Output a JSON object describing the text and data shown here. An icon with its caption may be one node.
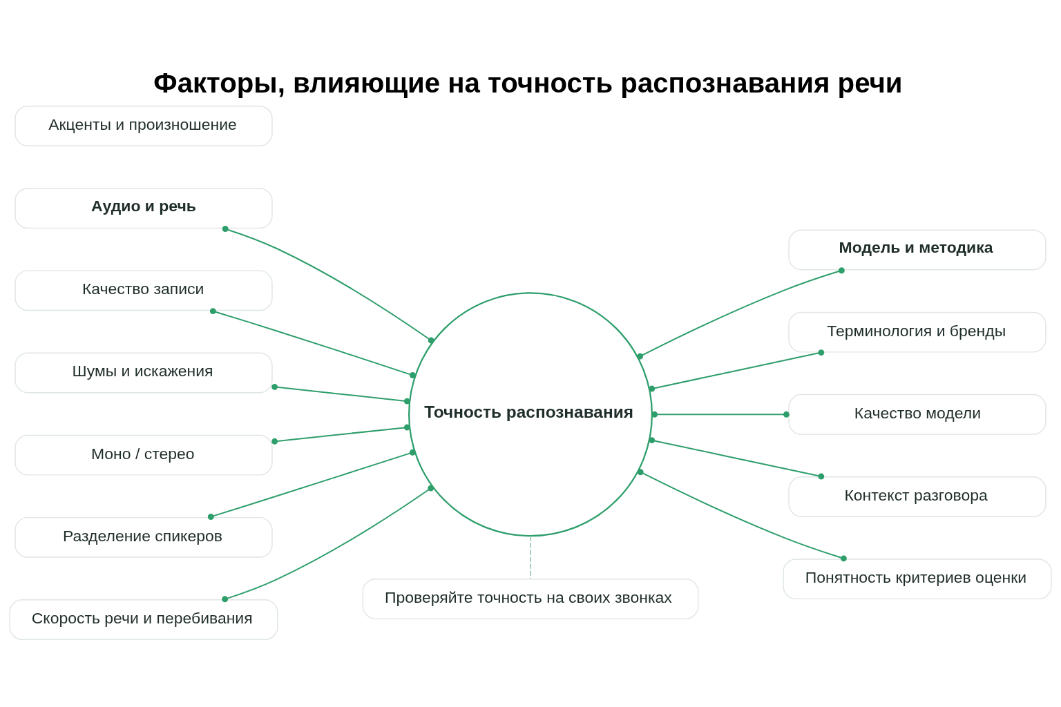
{
  "diagram": {
    "title": "Факторы, влияющие на точность распознавания речи",
    "nodes": [
      {
        "text": [
          "Аудио и речь"
        ]
      },
      {
        "text": [
          "Качество записи"
        ]
      },
      {
        "text": [
          "Шумы и искажения"
        ]
      },
      {
        "text": [
          "Моно / стерео"
        ]
      },
      {
        "text": [
          "Разделение спикеров"
        ]
      },
      {
        "text": [
          "Скорость речи и перебивания"
        ]
      },
      {
        "text": [
          "Акценты и произношение"
        ]
      },
      {
        "text": [
          "Точность распознавания"
        ]
      },
      {
        "text": [
          "Модель и методика"
        ]
      },
      {
        "text": [
          "Терминология и бренды"
        ]
      },
      {
        "text": [
          "Качество модели"
        ]
      },
      {
        "text": [
          "Контекст разговора"
        ]
      },
      {
        "text": [
          "Понятность критериев оценки"
        ]
      },
      {
        "text": [
          "Проверяйте точность на своих звонках"
        ]
      }
    ],
    "edges": [
      {
        "from": 0,
        "to": 7,
        "arrow": "other"
      },
      {
        "from": 1,
        "to": 7,
        "arrow": "other"
      },
      {
        "from": 2,
        "to": 7,
        "arrow": "other"
      },
      {
        "from": 3,
        "to": 7,
        "arrow": "other"
      },
      {
        "from": 4,
        "to": 7,
        "arrow": "other"
      },
      {
        "from": 5,
        "to": 7,
        "arrow": "other"
      },
      {
        "from": 7,
        "to": 8,
        "arrow": "other"
      },
      {
        "from": 7,
        "to": 9,
        "arrow": "other"
      },
      {
        "from": 7,
        "to": 10,
        "arrow": "other"
      },
      {
        "from": 7,
        "to": 11,
        "arrow": "other"
      },
      {
        "from": 7,
        "to": 12,
        "arrow": "other"
      },
      {
        "from": 7,
        "to": 13,
        "arrow": "none",
        "style": "dashed",
        "color": "#a8cfc0"
      }
    ]
  }
}
